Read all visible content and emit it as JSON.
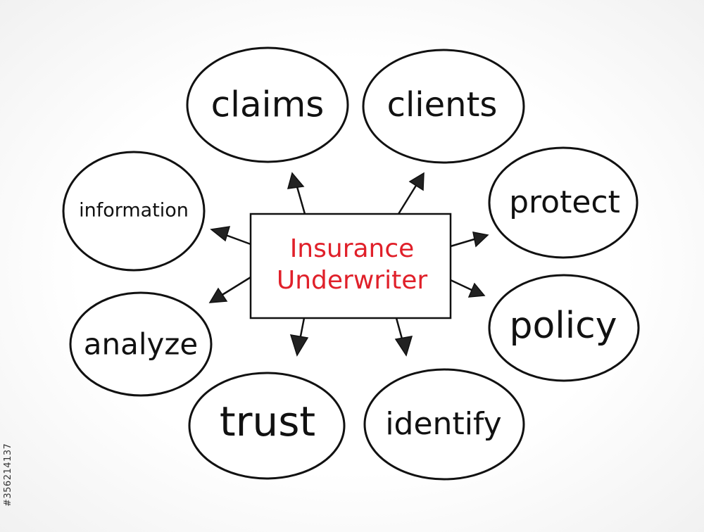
{
  "diagram": {
    "center": {
      "lines": [
        "Insurance",
        "Underwriter"
      ],
      "color": "#e0202a"
    },
    "nodes": [
      {
        "id": "claims",
        "label": "claims"
      },
      {
        "id": "clients",
        "label": "clients"
      },
      {
        "id": "protect",
        "label": "protect"
      },
      {
        "id": "policy",
        "label": "policy"
      },
      {
        "id": "identify",
        "label": "identify"
      },
      {
        "id": "trust",
        "label": "trust"
      },
      {
        "id": "analyze",
        "label": "analyze"
      },
      {
        "id": "information",
        "label": "information"
      }
    ]
  },
  "watermark": {
    "stock_id": "#356214137"
  }
}
